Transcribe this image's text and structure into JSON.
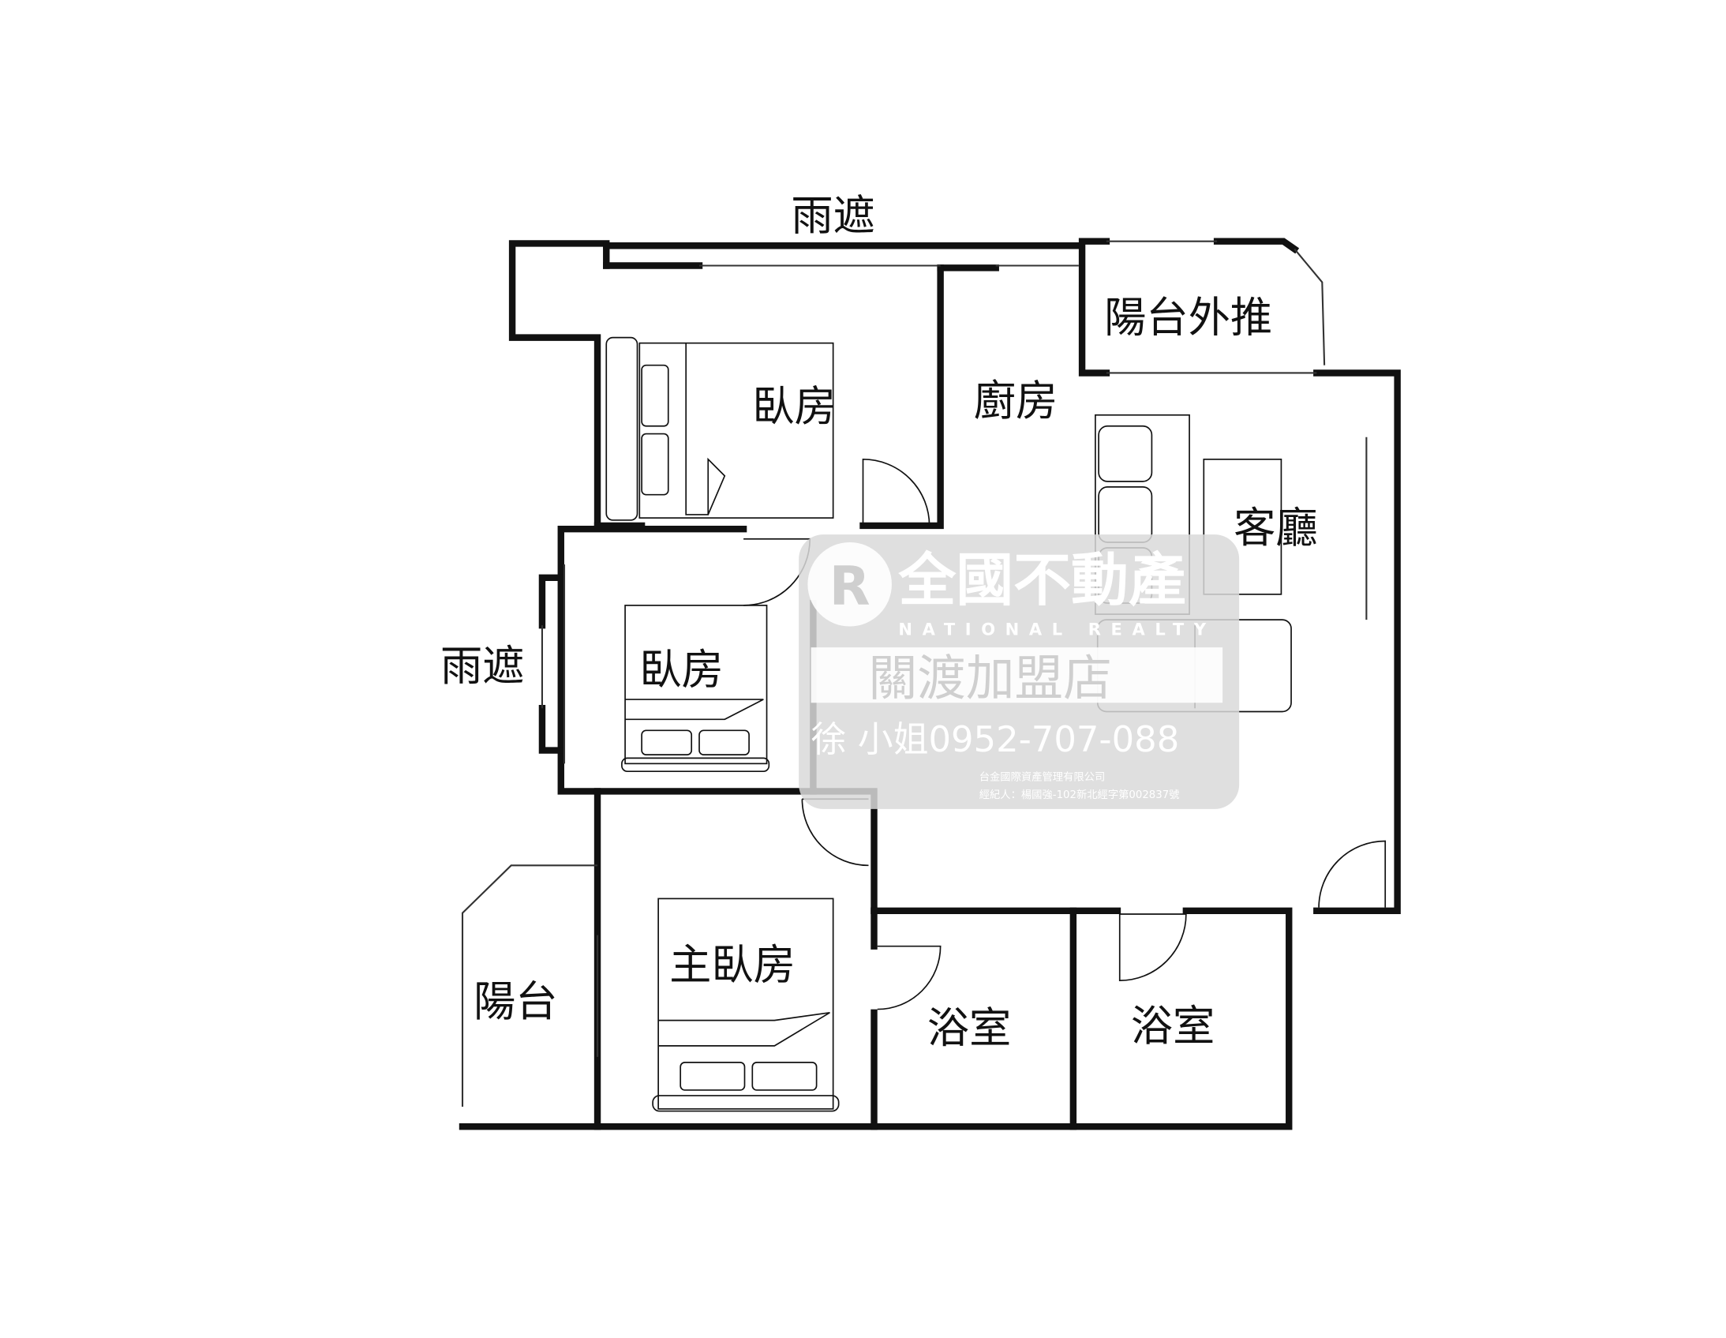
{
  "rooms": {
    "canopy_top": "雨遮",
    "canopy_left": "雨遮",
    "balcony_bay": "陽台外推",
    "kitchen": "廚房",
    "bedroom_1": "臥房",
    "bedroom_2": "臥房",
    "living_room": "客廳",
    "master_bedroom": "主臥房",
    "balcony": "陽台",
    "bathroom_1": "浴室",
    "bathroom_2": "浴室"
  },
  "watermark": {
    "brand_cn": "全國不動產",
    "brand_en": "NATIONAL REALTY",
    "branch": "關渡加盟店",
    "contact": "徐 小姐0952-707-088",
    "company": "台金國際資產管理有限公司",
    "agent": "經紀人：楊國強-102新北經字第002837號"
  }
}
